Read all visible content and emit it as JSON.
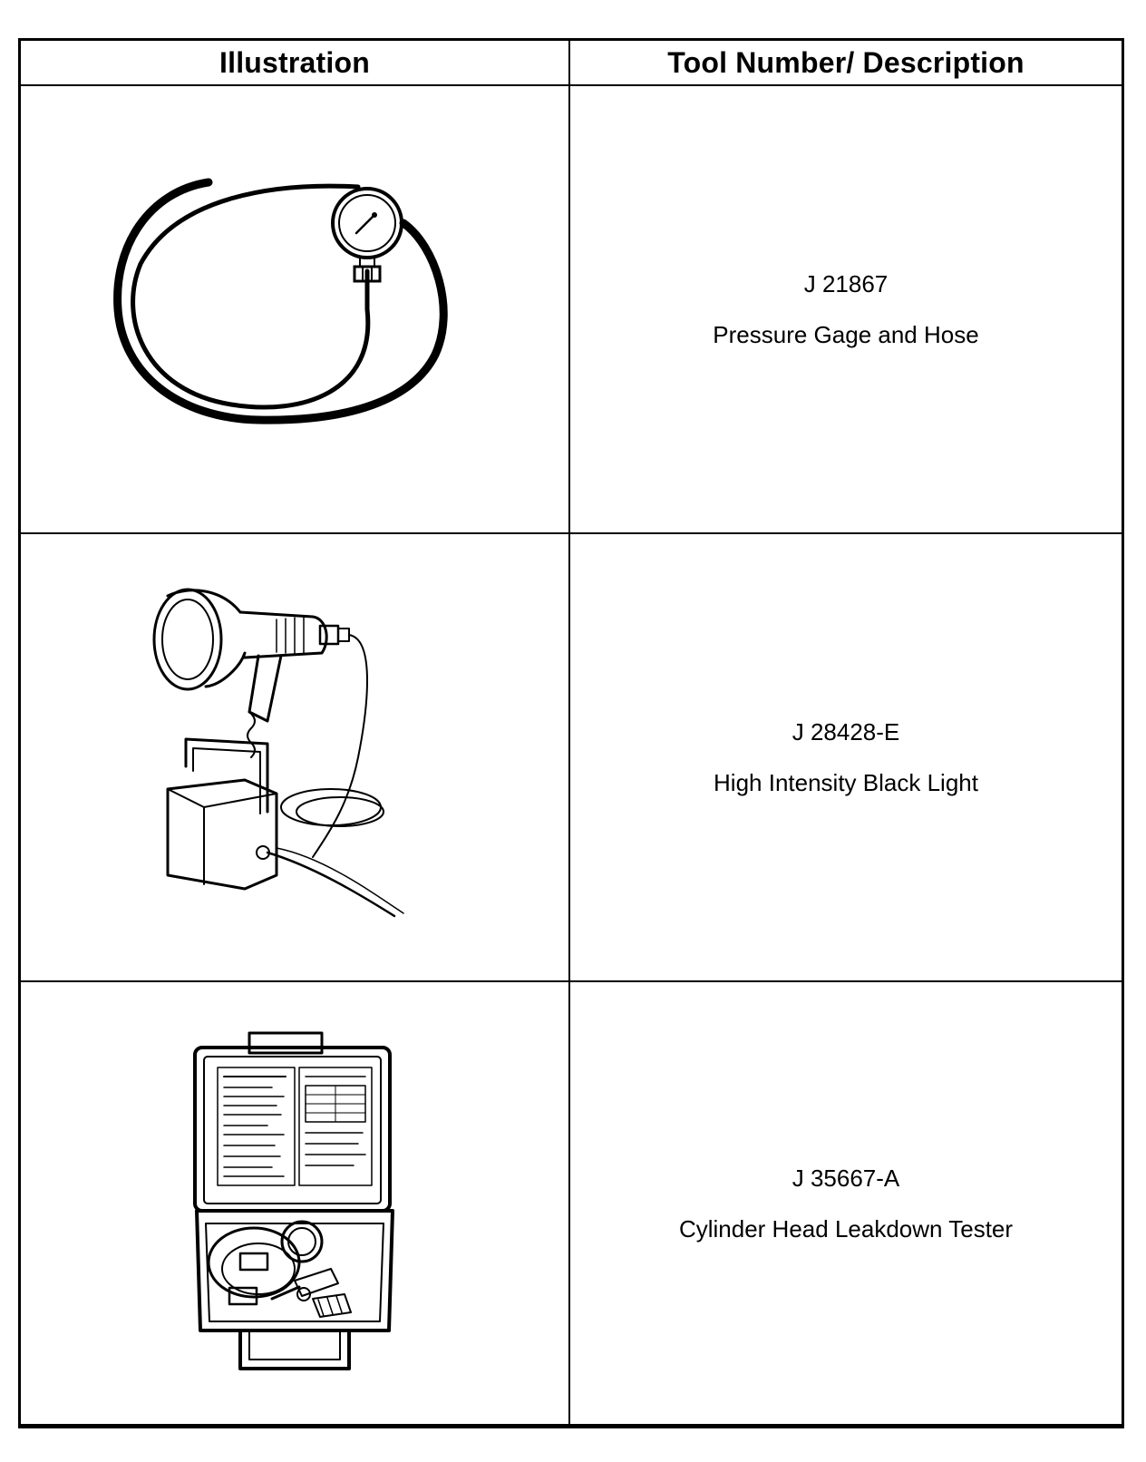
{
  "table": {
    "header": {
      "illustration": "Illustration",
      "description": "Tool Number/ Description"
    },
    "rows": [
      {
        "tool_number": "J 21867",
        "description": "Pressure Gage and Hose",
        "icon": "pressure-gage-hose-icon"
      },
      {
        "tool_number": "J 28428-E",
        "description": "High Intensity Black Light",
        "icon": "black-light-icon"
      },
      {
        "tool_number": "J 35667-A",
        "description": "Cylinder Head Leakdown Tester",
        "icon": "leakdown-tester-case-icon"
      }
    ]
  }
}
